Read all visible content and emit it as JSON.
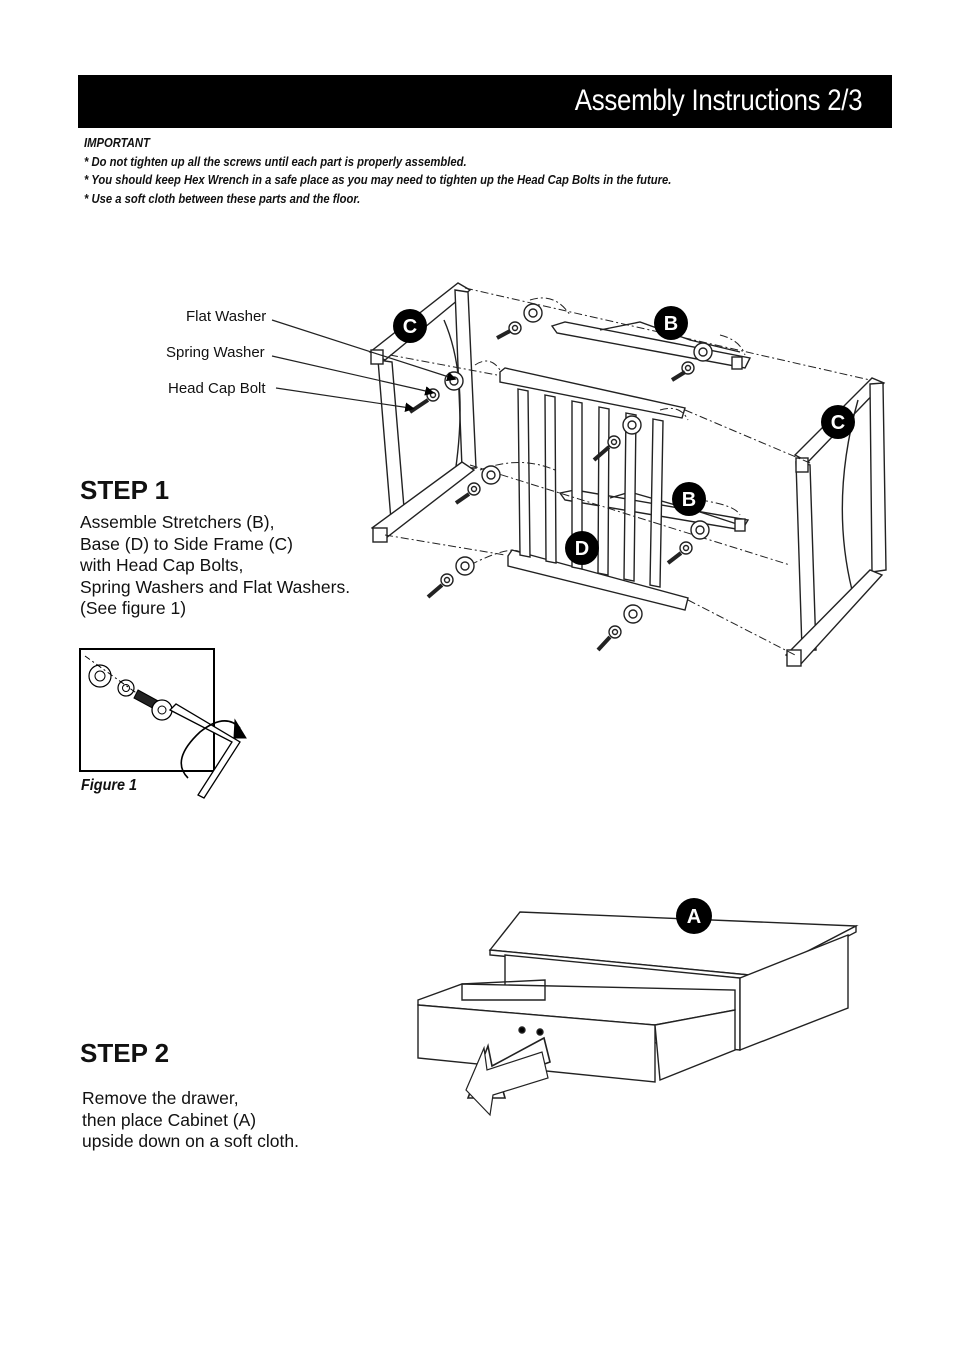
{
  "header": {
    "title": "Assembly Instructions 2/3"
  },
  "notes": {
    "heading": "IMPORTANT",
    "items": [
      "* Do not tighten up all the screws until each part is properly assembled.",
      "* You should keep Hex Wrench in a safe place as you may need to tighten up the Head Cap Bolts in the future.",
      "* Use a soft cloth between these parts and the floor."
    ]
  },
  "step1": {
    "title": "STEP 1",
    "lines": [
      "Assemble Stretchers (B),",
      "Base (D) to Side Frame (C)",
      "with Head Cap Bolts,",
      "Spring Washers and Flat Washers.",
      "(See figure 1)"
    ],
    "callouts": {
      "flat_washer": "Flat Washer",
      "spring_washer": "Spring Washer",
      "head_cap_bolt": "Head Cap Bolt"
    },
    "figure_caption": "Figure 1",
    "part_labels": {
      "c_left": "C",
      "b_top": "B",
      "c_right": "C",
      "b_bottom": "B",
      "d": "D"
    }
  },
  "step2": {
    "title": "STEP 2",
    "lines": [
      "Remove the drawer,",
      "then place Cabinet (A)",
      "upside down on a soft cloth."
    ],
    "part_labels": {
      "a": "A"
    }
  }
}
